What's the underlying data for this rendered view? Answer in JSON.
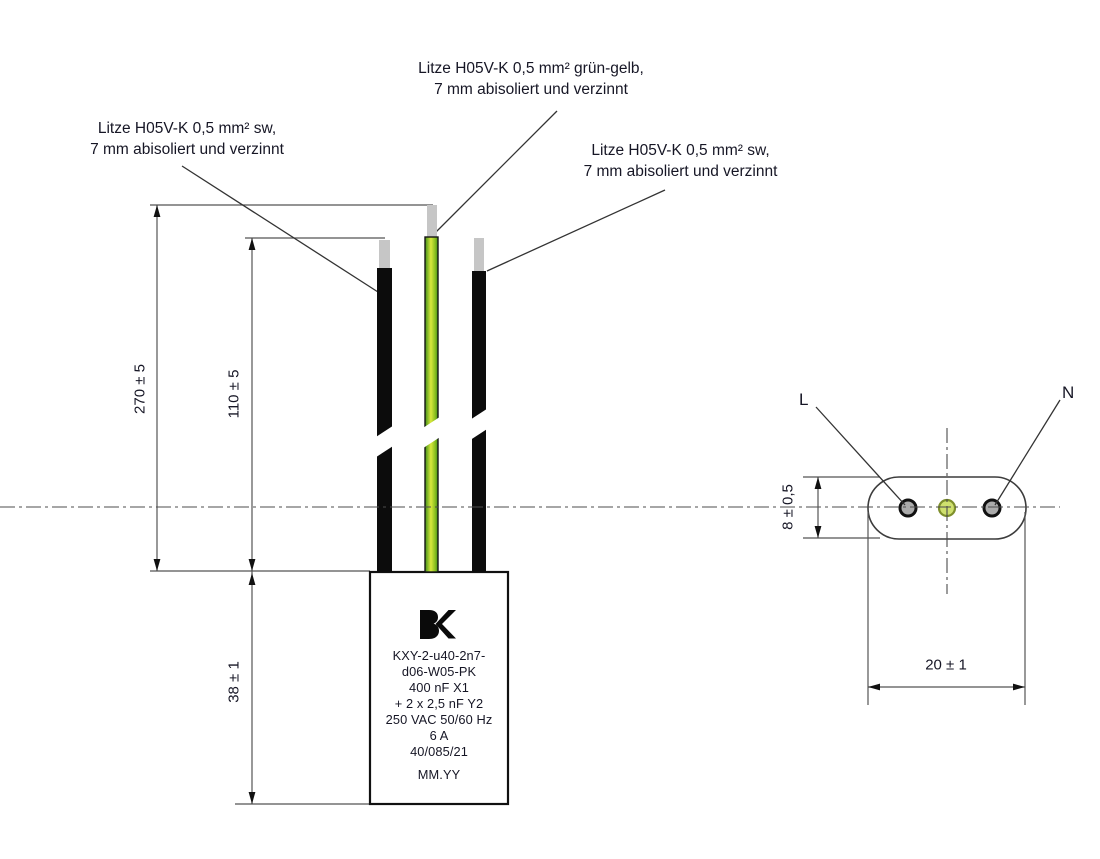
{
  "labels": {
    "wire_top": {
      "line1": "Litze H05V-K 0,5 mm² grün-gelb,",
      "line2": "7 mm abisoliert und verzinnt"
    },
    "wire_left": {
      "line1": "Litze H05V-K 0,5 mm² sw,",
      "line2": "7 mm abisoliert und verzinnt"
    },
    "wire_right": {
      "line1": "Litze H05V-K 0,5 mm² sw,",
      "line2": "7 mm abisoliert und verzinnt"
    },
    "terminal_l": "L",
    "terminal_n": "N"
  },
  "dimensions": {
    "wire_total_length": "270 ± 5",
    "wire_free_length": "110 ± 5",
    "body_height": "38 ± 1",
    "body_thickness": "8 ± 0,5",
    "body_width": "20 ± 1"
  },
  "device_label": {
    "logo": "BK",
    "lines": [
      "KXY-2-u40-2n7-",
      "d06-W05-PK",
      "400 nF X1",
      "+ 2 x 2,5 nF Y2",
      "250 VAC 50/60 Hz",
      "6 A",
      "40/085/21"
    ],
    "date_code": "MM.YY"
  },
  "colors": {
    "wire_black": "#0c0c0c",
    "wire_green_yellow": "#9acd32",
    "tinned_end": "#c6c6c6",
    "line_gray": "#555555",
    "terminal_gray": "#ababab"
  }
}
